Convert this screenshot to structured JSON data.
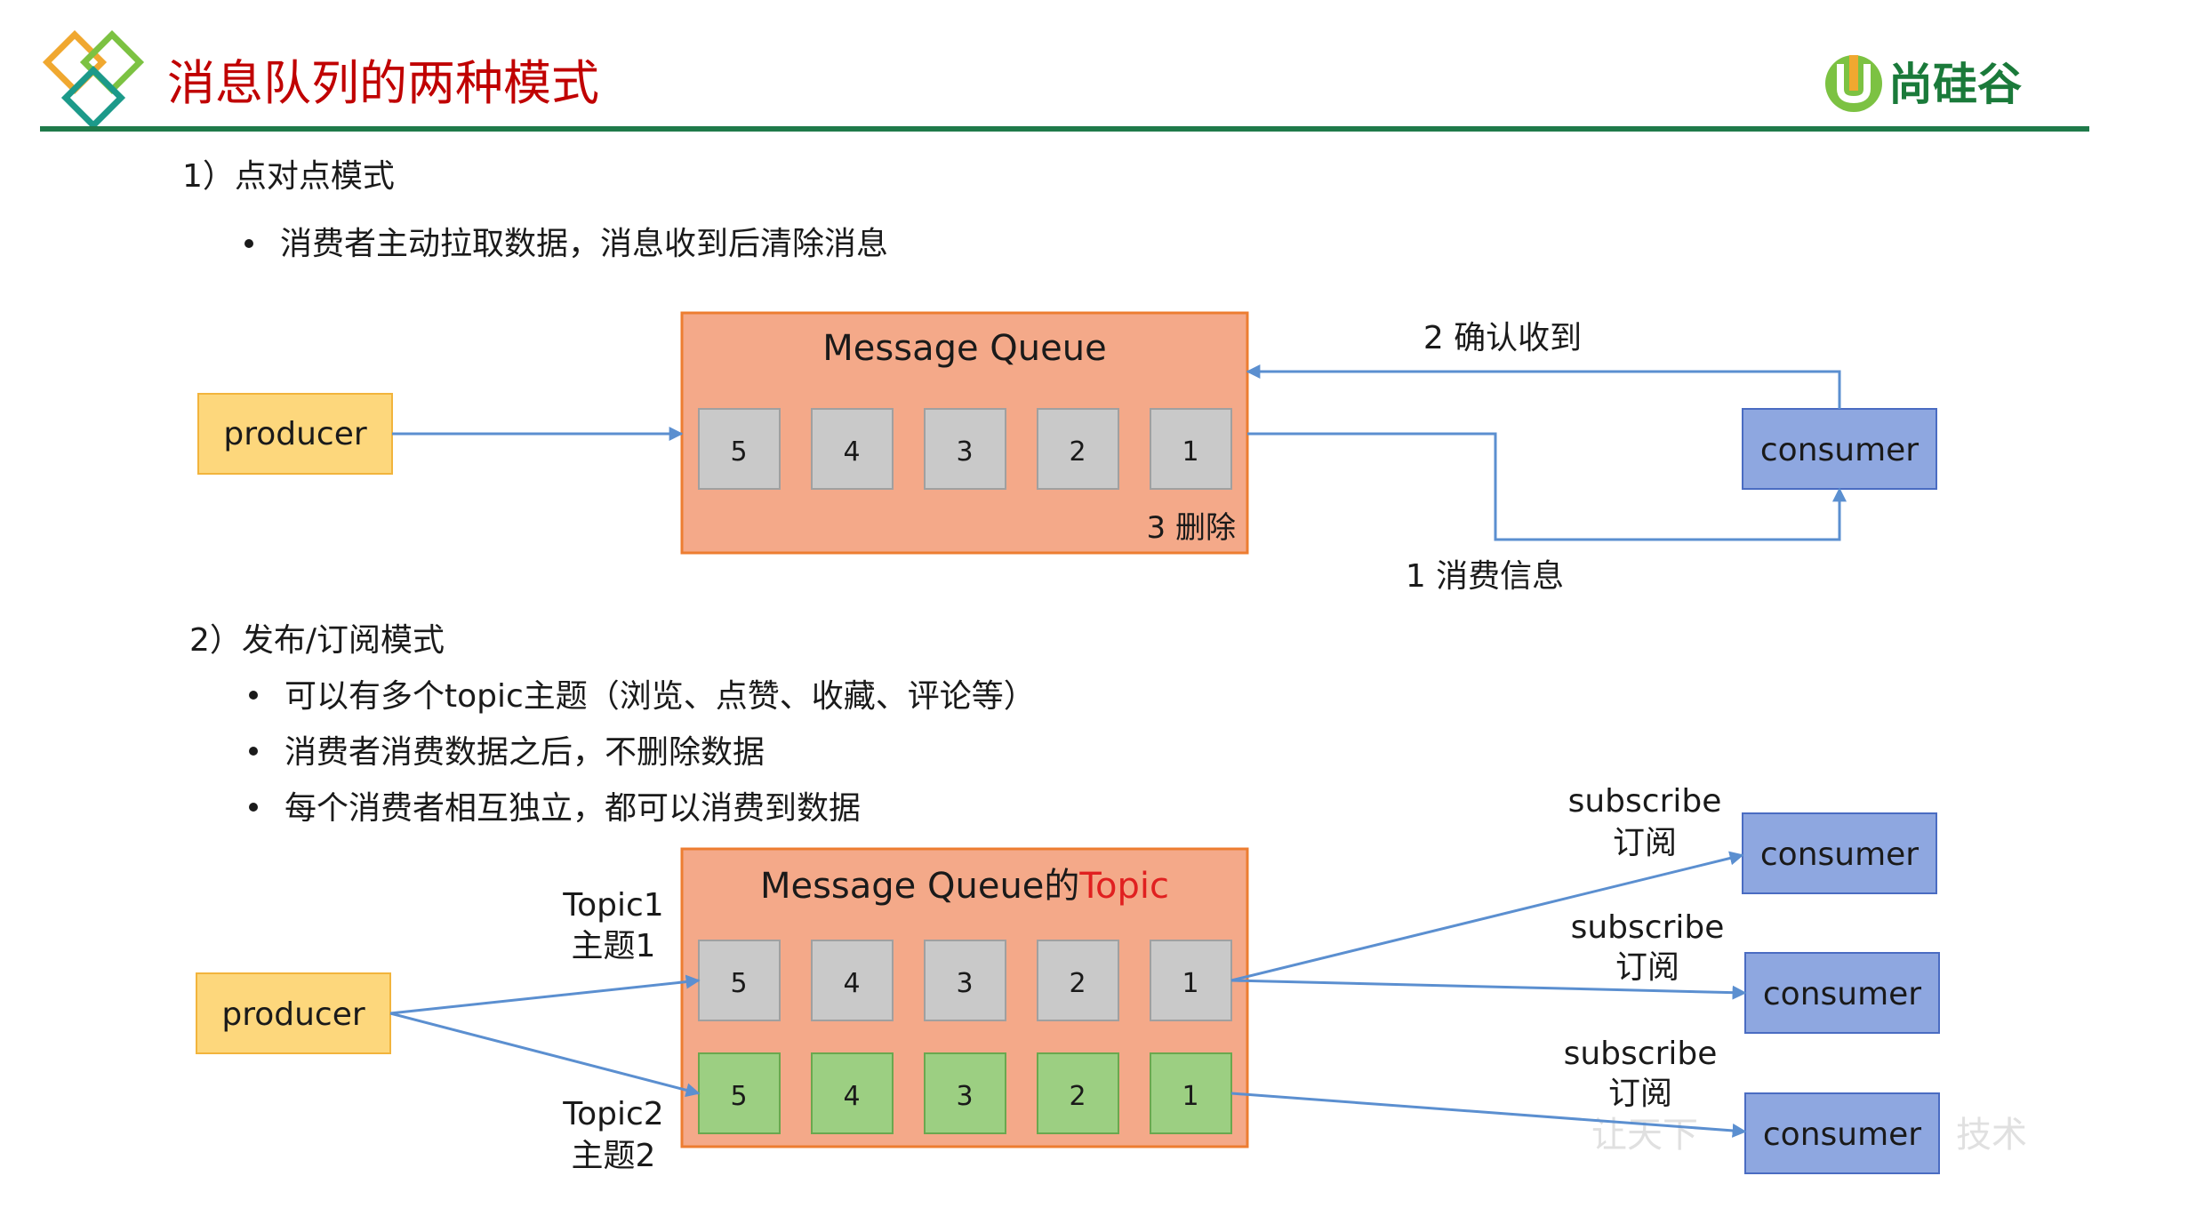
{
  "header": {
    "title": "消息队列的两种模式",
    "brand": "尚硅谷",
    "colors": {
      "title": "#c00000",
      "rule": "#1f7a4a",
      "logo_green": "#7cc242",
      "logo_teal": "#1c9a8a",
      "logo_orange": "#f0a830"
    }
  },
  "section1": {
    "heading": "1）点对点模式",
    "bullets": [
      "消费者主动拉取数据，消息收到后清除消息"
    ],
    "queue_title": "Message Queue",
    "producer": "producer",
    "consumer": "consumer",
    "cells": [
      "5",
      "4",
      "3",
      "2",
      "1"
    ],
    "label_confirm": "2 确认收到",
    "label_delete": "3 删除",
    "label_consume": "1 消费信息"
  },
  "section2": {
    "heading": "2）发布/订阅模式",
    "bullets": [
      "可以有多个topic主题（浏览、点赞、收藏、评论等）",
      "消费者消费数据之后，不删除数据",
      "每个消费者相互独立，都可以消费到数据"
    ],
    "queue_title": "Message Queue的",
    "queue_title_topic": "Topic",
    "producer": "producer",
    "topic1_en": "Topic1",
    "topic1_cn": "主题1",
    "topic2_en": "Topic2",
    "topic2_cn": "主题2",
    "row1_cells": [
      "5",
      "4",
      "3",
      "2",
      "1"
    ],
    "row2_cells": [
      "5",
      "4",
      "3",
      "2",
      "1"
    ],
    "subscriptions": [
      {
        "en": "subscribe",
        "cn": "订阅",
        "consumer": "consumer"
      },
      {
        "en": "subscribe",
        "cn": "订阅",
        "consumer": "consumer"
      },
      {
        "en": "subscribe",
        "cn": "订阅",
        "consumer": "consumer"
      }
    ]
  },
  "colors": {
    "queue_fill": "#f4a989",
    "queue_stroke": "#ed7d31",
    "producer_fill": "#fdd77c",
    "producer_stroke": "#f2b43c",
    "consumer_fill": "#8ea7e0",
    "consumer_stroke": "#4a6cc2",
    "grey_cell": "#c9c9c9",
    "green_cell": "#9ccf82",
    "arrow": "#5b8fd0"
  }
}
